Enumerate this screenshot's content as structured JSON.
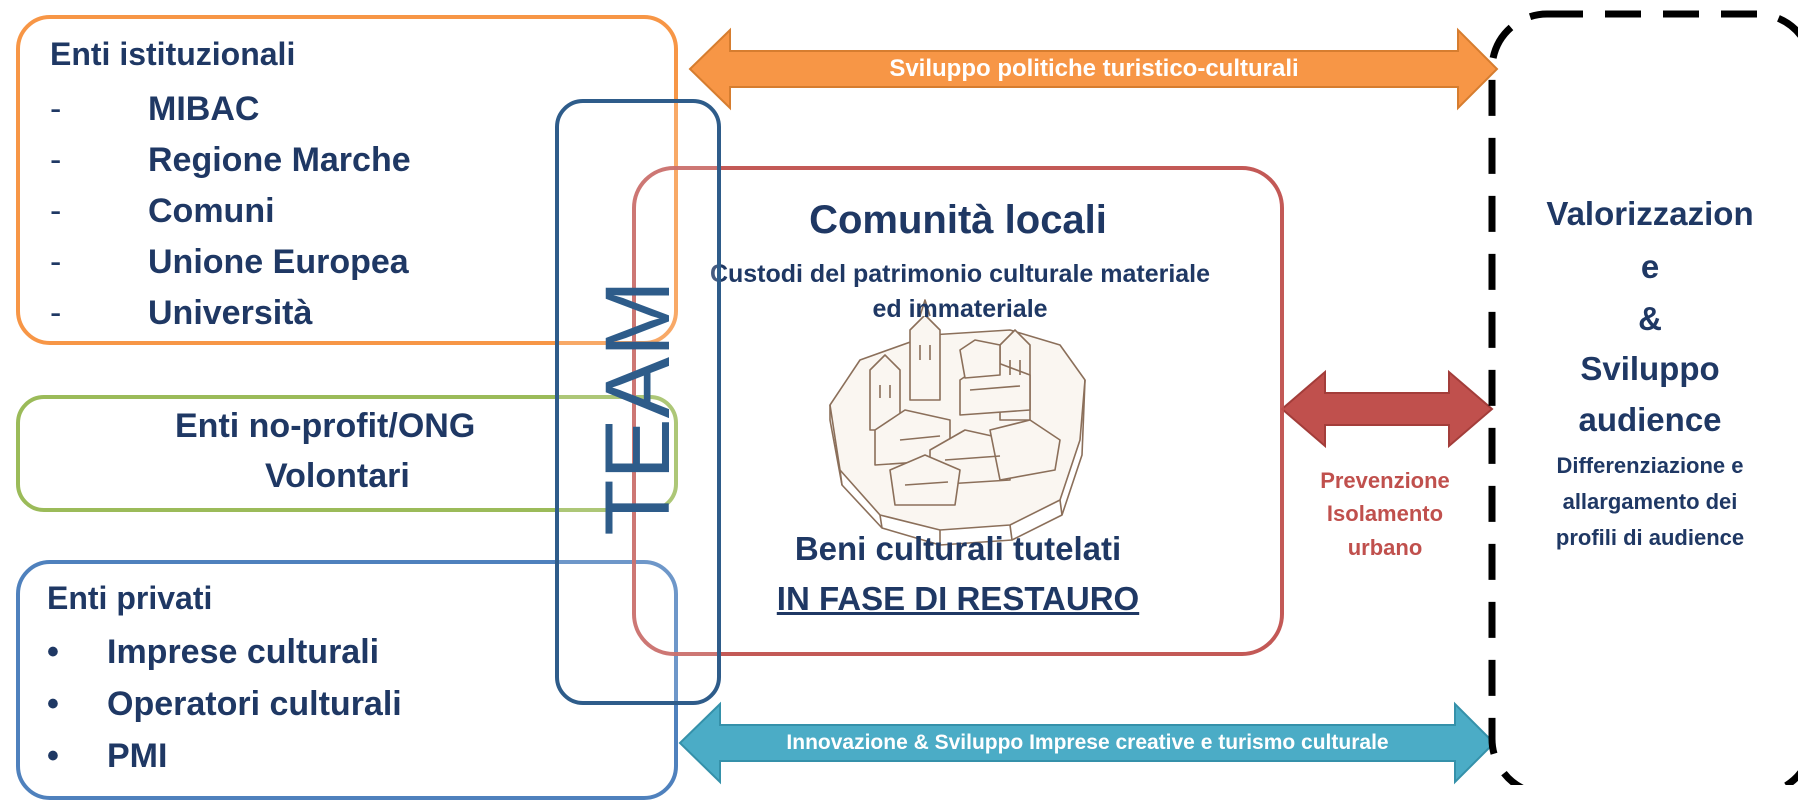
{
  "colors": {
    "institutional": "#f79646",
    "nonprofit": "#9bbb59",
    "private": "#4f81bd",
    "team": "#2e5c8a",
    "community": "#c0504d",
    "arrow_top": "#f79646",
    "arrow_mid": "#c0504d",
    "arrow_bottom": "#4bacc6",
    "text": "#1f3864"
  },
  "institutional": {
    "title": "Enti istituzionali",
    "items": [
      "MIBAC",
      "Regione Marche",
      "Comuni",
      "Unione Europea",
      "Università"
    ]
  },
  "nonprofit": {
    "line1": "Enti no-profit/ONG",
    "line2": "Volontari"
  },
  "private": {
    "title": "Enti privati",
    "items": [
      "Imprese culturali",
      "Operatori culturali",
      "PMI"
    ]
  },
  "team": {
    "label": "TEAM"
  },
  "community": {
    "title": "Comunità locali",
    "subtitle_line1": "Custodi del patrimonio culturale materiale",
    "subtitle_line2": "ed immateriale",
    "heritage_line1": "Beni culturali tutelati",
    "heritage_line2": "IN FASE DI RESTAURO"
  },
  "arrows": {
    "top_label": "Sviluppo politiche turistico-culturali",
    "mid_label_line1": "Prevenzione",
    "mid_label_line2": "Isolamento",
    "mid_label_line3": "urbano",
    "bottom_label": "Innovazione & Sviluppo Imprese creative e turismo culturale"
  },
  "audience": {
    "line1": "Valorizzazion",
    "line2": "e",
    "line3": "&",
    "line4": "Sviluppo",
    "line5": "audience",
    "sub1": "Differenziazione e",
    "sub2": "allargamento dei",
    "sub3": "profili di audience"
  }
}
